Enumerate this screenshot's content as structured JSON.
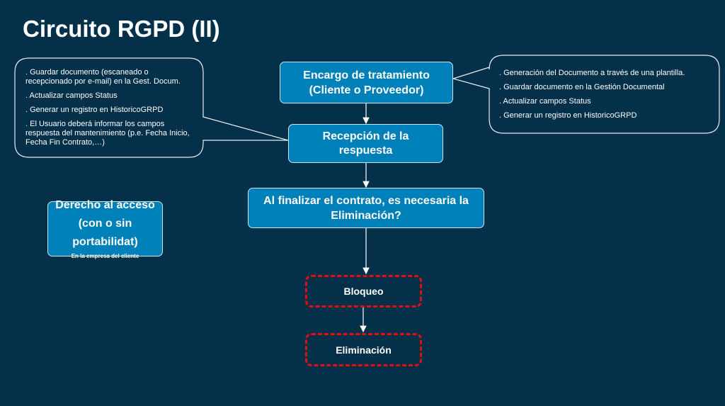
{
  "title": "Circuito RGPD (II)",
  "boxes": {
    "encargo": [
      "Encargo de tratamiento",
      "(Cliente o Proveedor)"
    ],
    "recepcion": [
      "Recepción de la",
      "respuesta"
    ],
    "finalizar": [
      "Al finalizar el contrato, es necesaria la",
      "Eliminación?"
    ],
    "derecho": {
      "line1": "Derecho al acceso",
      "line2": "(con o sin portabilidat)",
      "sub": "En la empresa del cliente"
    },
    "bloqueo": "Bloqueo",
    "eliminacion": "Eliminación"
  },
  "left_note": [
    ". Guardar documento (escaneado o recepcionado por e-mail) en la Gest. Docum.",
    ". Actualizar campos Status",
    ". Generar un registro en HistoricoGRPD",
    ". El Usuario deberá informar los campos respuesta del mantenimiento (p.e. Fecha Inicio, Fecha Fin Contrato,…)"
  ],
  "right_note": [
    ". Generación del Documento a través de una plantilla.",
    ". Guardar documento en la Gestión Documental",
    ". Actualizar campos Status",
    ". Generar un registro en HistoricoGRPD"
  ],
  "colors": {
    "background": "#04304a",
    "box": "#0080b8",
    "dashed": "#e01010"
  }
}
